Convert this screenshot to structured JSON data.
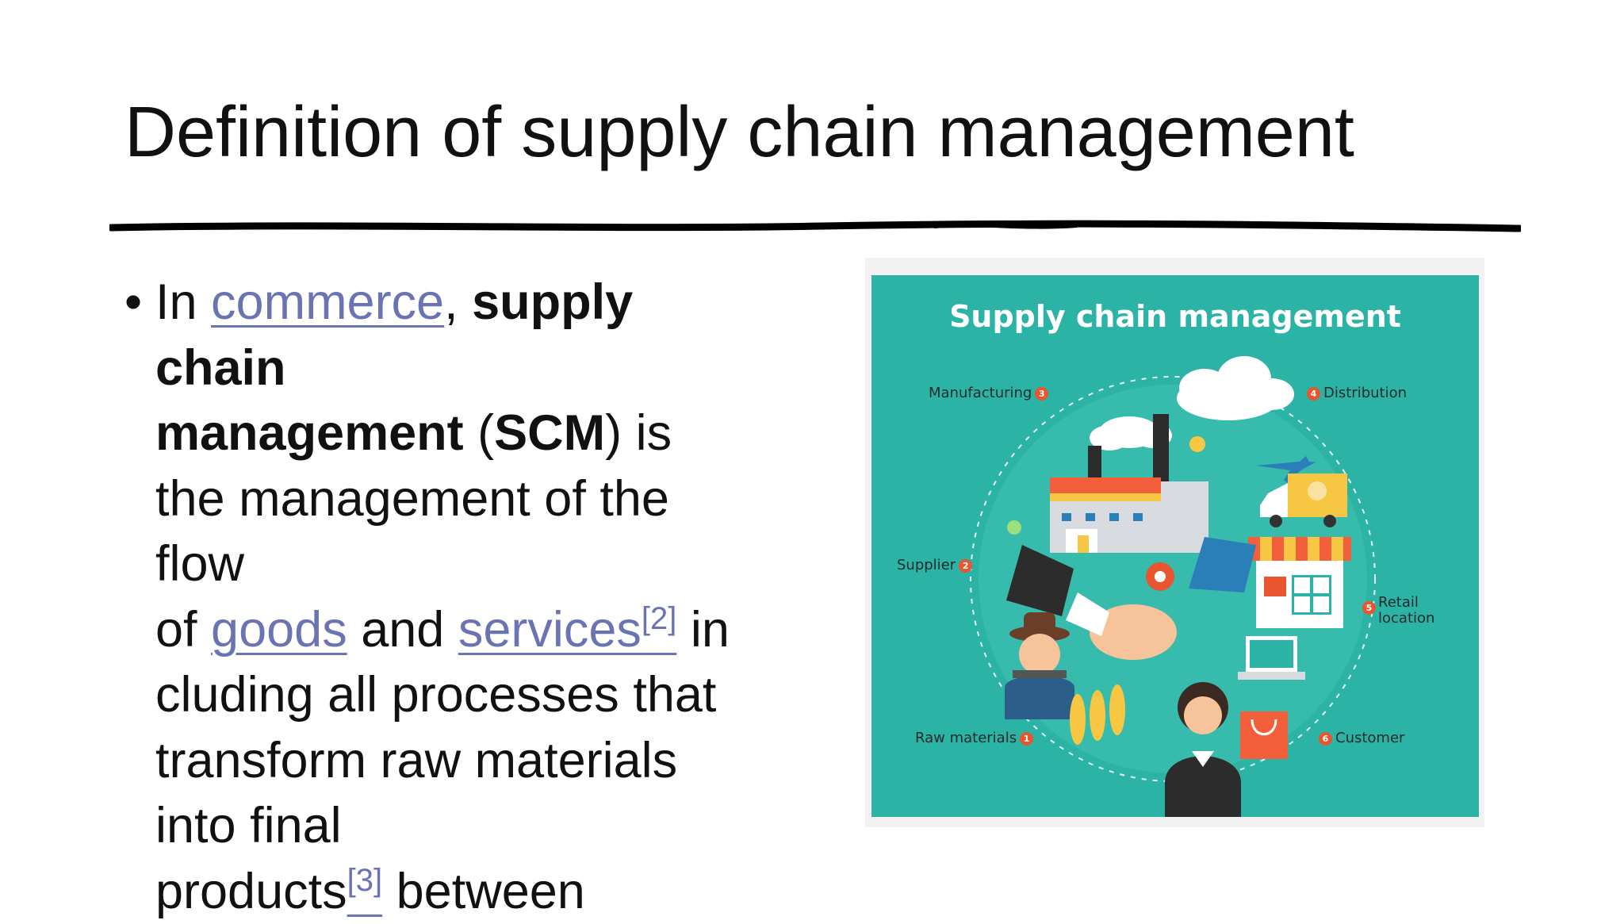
{
  "slide": {
    "title": "Definition of supply chain management"
  },
  "bullet": {
    "dot": "•",
    "l1_in": "In ",
    "l1_link_commerce": "commerce",
    "l1_comma": ", ",
    "l1_bold_supply": "supply",
    "l2_bold_chain": "chain",
    "l3_bold_management": "management",
    "l3_paren_open": " (",
    "l3_bold_scm": "SCM",
    "l3_rest": ") is",
    "l4": "the management of the",
    "l5": "flow",
    "l6_of": "of ",
    "l6_link_goods": "goods",
    "l6_and": " and ",
    "l6_link_services": "services",
    "l6_ref2": "[2]",
    "l6_in": " in",
    "l7": "cluding all processes that",
    "l8": "transform raw materials",
    "l9": "into final",
    "l10_products": "products",
    "l10_ref3": "[3]",
    "l10_between": " between"
  },
  "figure": {
    "title": "Supply chain management",
    "labels": {
      "manufacturing": "Manufacturing",
      "distribution": "Distribution",
      "supplier": "Supplier",
      "retail_1": "Retail",
      "retail_2": "location",
      "raw_materials": "Raw materials",
      "customer": "Customer"
    },
    "numbers": {
      "raw_materials": "1",
      "supplier": "2",
      "manufacturing": "3",
      "distribution": "4",
      "retail": "5",
      "customer": "6"
    },
    "colors": {
      "background": "#2bb3a6",
      "accent": "#e8552f"
    }
  }
}
